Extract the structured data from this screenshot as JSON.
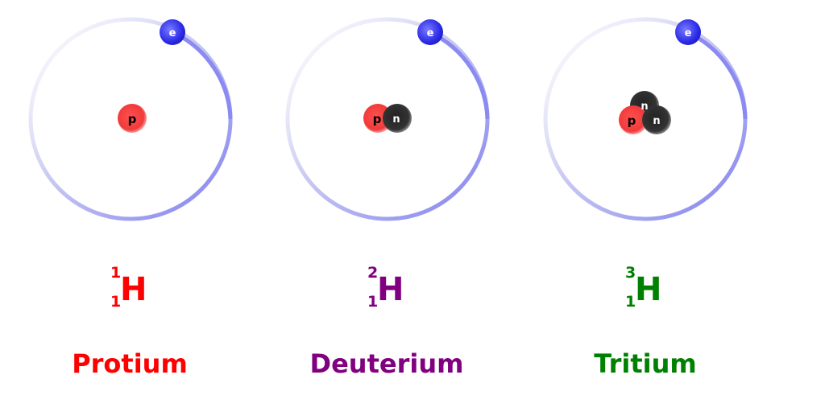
{
  "particles": {
    "electron_label": "e",
    "proton_label": "p",
    "neutron_label": "n"
  },
  "isotopes": [
    {
      "name": "Protium",
      "symbol": "H",
      "mass_number": "1",
      "atomic_number": "1",
      "color": "#ff0000",
      "neutron_count": 0
    },
    {
      "name": "Deuterium",
      "symbol": "H",
      "mass_number": "2",
      "atomic_number": "1",
      "color": "#800080",
      "neutron_count": 1
    },
    {
      "name": "Tritium",
      "symbol": "H",
      "mass_number": "3",
      "atomic_number": "1",
      "color": "#008000",
      "neutron_count": 2
    }
  ],
  "colors": {
    "orbit": "#8c8cf5",
    "electron": "#3333ee",
    "proton": "#f04040",
    "neutron": "#333333"
  }
}
